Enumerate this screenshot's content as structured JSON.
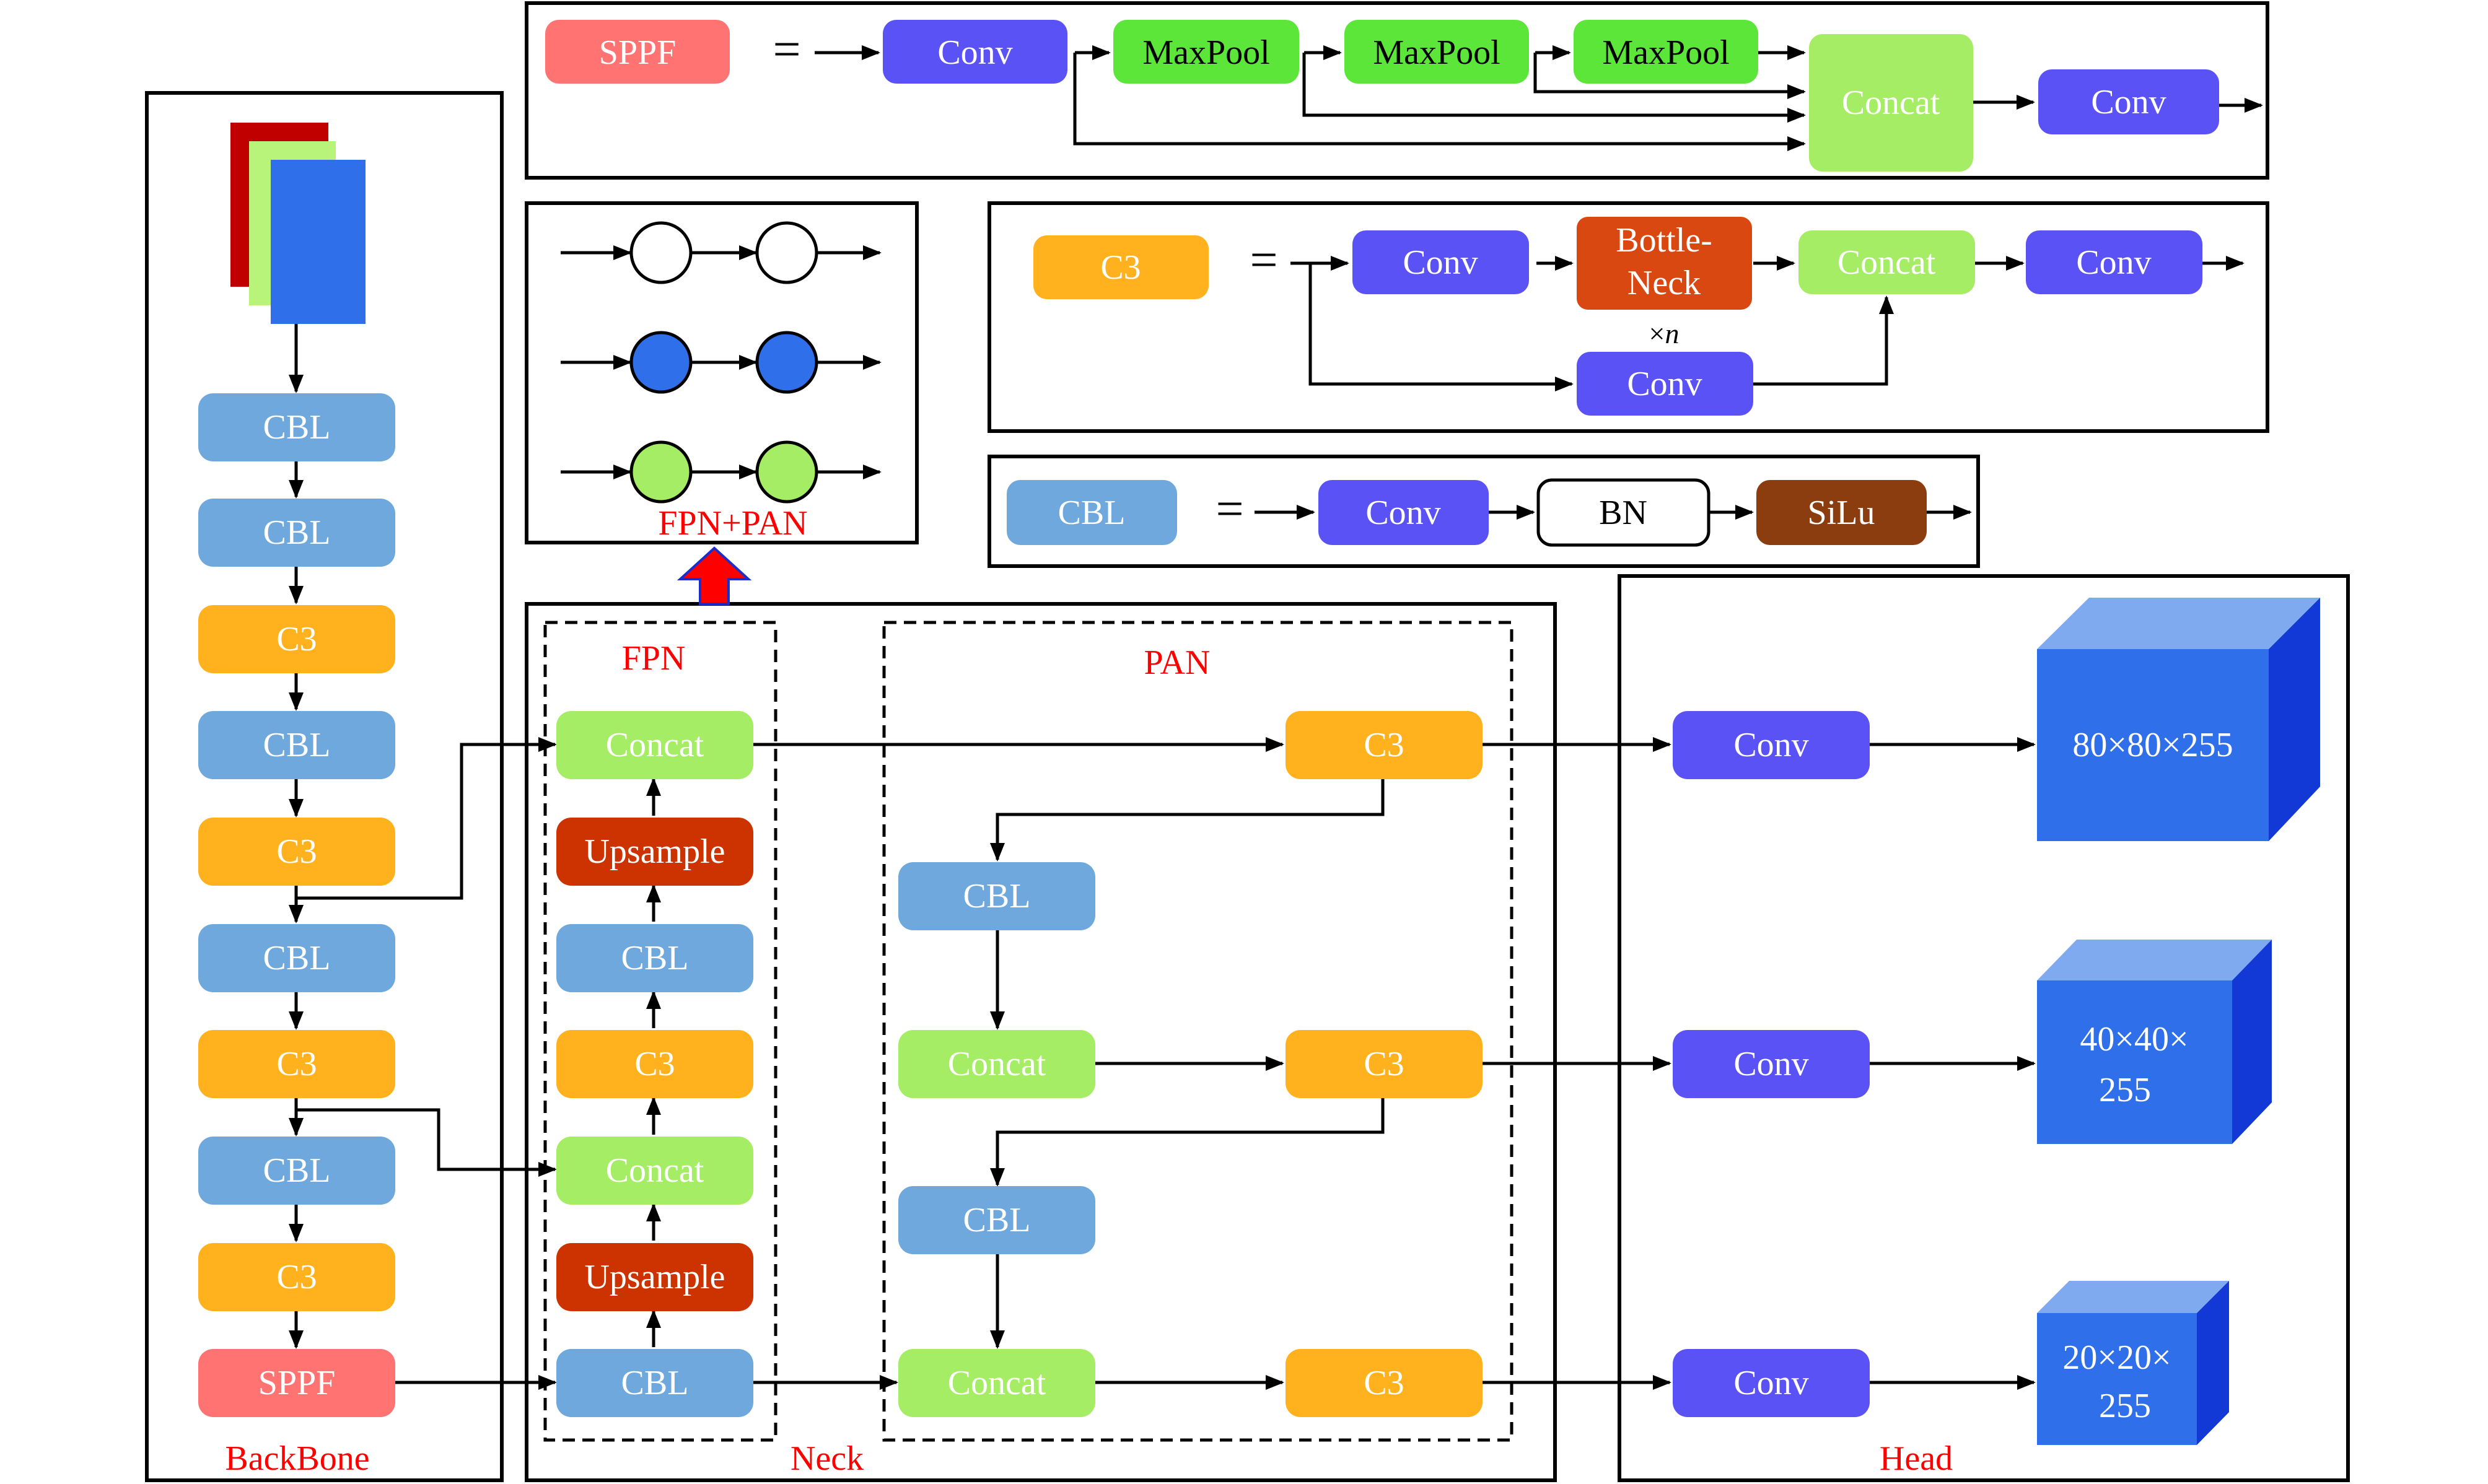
{
  "colors": {
    "cbl": "#6fa8dc",
    "c3": "#ffb21e",
    "sppf": "#ff7373",
    "concat": "#a6ed66",
    "upsample": "#cc3300",
    "conv": "#5b52f5",
    "maxpool": "#5ce63a",
    "bottleneck": "#d94810",
    "silu": "#8b3d0f",
    "cube_front": "#2f6fea",
    "cube_top": "#7faaf0",
    "cube_side": "#1238d6",
    "input_red": "#c00000",
    "input_green": "#b8f37a",
    "input_blue": "#2f6fea",
    "section_label": "#ff0000",
    "arrow_up": "#ff0000",
    "arrow_up_outline": "#1a2ecc"
  },
  "labels": {
    "cbl": "CBL",
    "c3": "C3",
    "sppf": "SPPF",
    "concat": "Concat",
    "upsample": "Upsample",
    "conv": "Conv",
    "maxpool": "MaxPool",
    "bn": "BN",
    "silu": "SiLu",
    "bottleneck_line1": "Bottle-",
    "bottleneck_line2": "Neck",
    "repeat_prefix": "×",
    "repeat_var": "n",
    "equals": "="
  },
  "sections": {
    "backbone": "BackBone",
    "neck": "Neck",
    "fpn": "FPN",
    "pan": "PAN",
    "head": "Head",
    "fpn_pan": "FPN+PAN"
  },
  "head_outputs": [
    {
      "line1": "80×80×255",
      "line2": ""
    },
    {
      "line1": "40×40×",
      "line2": "255"
    },
    {
      "line1": "20×20×",
      "line2": "255"
    }
  ]
}
